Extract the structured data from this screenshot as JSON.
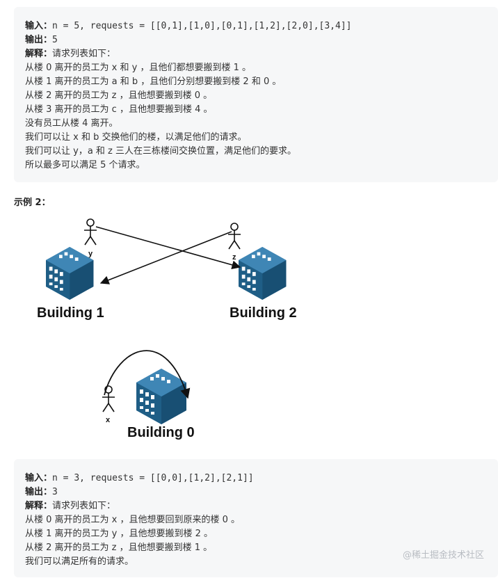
{
  "example1": {
    "input_label": "输入：",
    "input_value": "n = 5, requests = [[0,1],[1,0],[0,1],[1,2],[2,0],[3,4]]",
    "output_label": "输出：",
    "output_value": "5",
    "explain_label": "解释：",
    "explain_intro": "请求列表如下：",
    "lines": [
      "从楼 0 离开的员工为 x 和 y ，且他们都想要搬到楼 1 。",
      "从楼 1 离开的员工为 a 和 b ，且他们分别想要搬到楼 2 和 0 。",
      "从楼 2 离开的员工为 z ，且他想要搬到楼 0 。",
      "从楼 3 离开的员工为 c ，且他想要搬到楼 4 。",
      "没有员工从楼 4 离开。",
      "我们可以让 x 和 b 交换他们的楼，以满足他们的请求。",
      "我们可以让 y，a 和 z 三人在三栋楼间交换位置，满足他们的要求。",
      "所以最多可以满足 5 个请求。"
    ]
  },
  "example2_title": "示例 2：",
  "diagram": {
    "building1_label": "Building 1",
    "building2_label": "Building 2",
    "building0_label": "Building 0",
    "person_y": "y",
    "person_z": "z",
    "person_x": "x",
    "building_color": "#2a6f9b"
  },
  "example2": {
    "input_label": "输入：",
    "input_value": "n = 3, requests = [[0,0],[1,2],[2,1]]",
    "output_label": "输出：",
    "output_value": "3",
    "explain_label": "解释：",
    "explain_intro": "请求列表如下：",
    "lines": [
      "从楼 0 离开的员工为 x ，且他想要回到原来的楼 0 。",
      "从楼 1 离开的员工为 y ，且他想要搬到楼 2 。",
      "从楼 2 离开的员工为 z ，且他想要搬到楼 1 。",
      "我们可以满足所有的请求。"
    ]
  },
  "watermark": "@稀土掘金技术社区"
}
